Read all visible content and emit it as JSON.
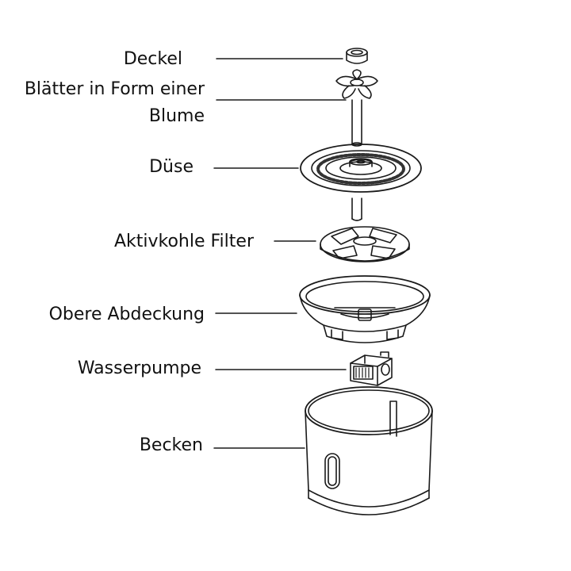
{
  "labels": {
    "deckel": "Deckel",
    "blaetter_line1": "Blätter in Form einer",
    "blaetter_line2": "Blume",
    "duese": "Düse",
    "aktivkohle": "Aktivkohle Filter",
    "obere_abdeckung": "Obere Abdeckung",
    "wasserpumpe": "Wasserpumpe",
    "becken": "Becken"
  },
  "colors": {
    "text": "#111111",
    "stroke": "#1a1a1a",
    "background": "#ffffff"
  }
}
